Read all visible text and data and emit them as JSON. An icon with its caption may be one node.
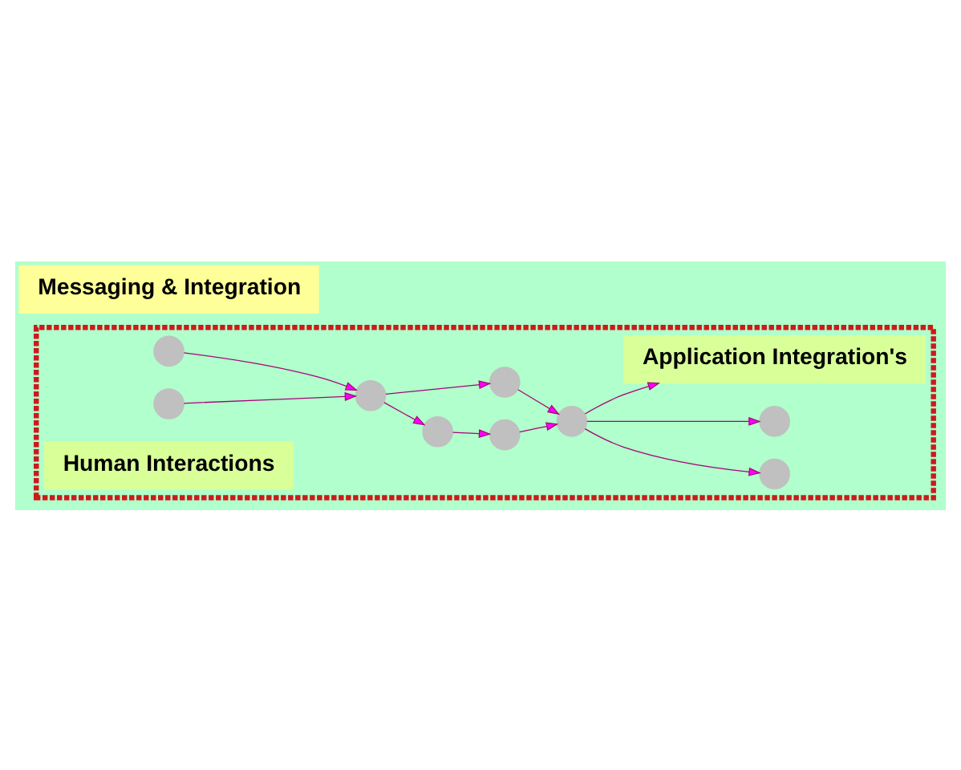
{
  "diagram": {
    "nodes": [
      {
        "text": [],
        "shape": "box"
      },
      {
        "text": [],
        "shape": "circle",
        "in": 0
      },
      {
        "text": [],
        "shape": "circle",
        "in": 0
      },
      {
        "text": [],
        "shape": "circle",
        "in": 0
      },
      {
        "text": [],
        "shape": "circle",
        "in": 0
      },
      {
        "text": [],
        "shape": "circle",
        "in": 0
      },
      {
        "text": [],
        "shape": "circle",
        "in": 0
      },
      {
        "text": [],
        "shape": "circle",
        "in": 0
      },
      {
        "text": [],
        "shape": "circle",
        "in": 0
      },
      {
        "text": [],
        "shape": "circle",
        "in": 0
      },
      {
        "text": [
          "Human Interactions"
        ],
        "in": 0
      },
      {
        "text": [
          "Application Integration's"
        ],
        "in": 0
      },
      {
        "text": [
          "Messaging & Integration"
        ]
      }
    ],
    "edges": [
      {
        "from": 1,
        "to": 3,
        "arrow": "to"
      },
      {
        "from": 2,
        "to": 3,
        "arrow": "to"
      },
      {
        "from": 3,
        "to": 4,
        "arrow": "to"
      },
      {
        "from": 3,
        "to": 5,
        "arrow": "to"
      },
      {
        "from": 4,
        "to": 6,
        "arrow": "to"
      },
      {
        "from": 6,
        "to": 7,
        "arrow": "to"
      },
      {
        "from": 5,
        "to": 7,
        "arrow": "to"
      },
      {
        "from": 7,
        "to": 8,
        "arrow": "to"
      },
      {
        "from": 7,
        "to": 9,
        "arrow": "to"
      },
      {
        "from": 7,
        "to": 11,
        "arrow": "to"
      }
    ]
  }
}
